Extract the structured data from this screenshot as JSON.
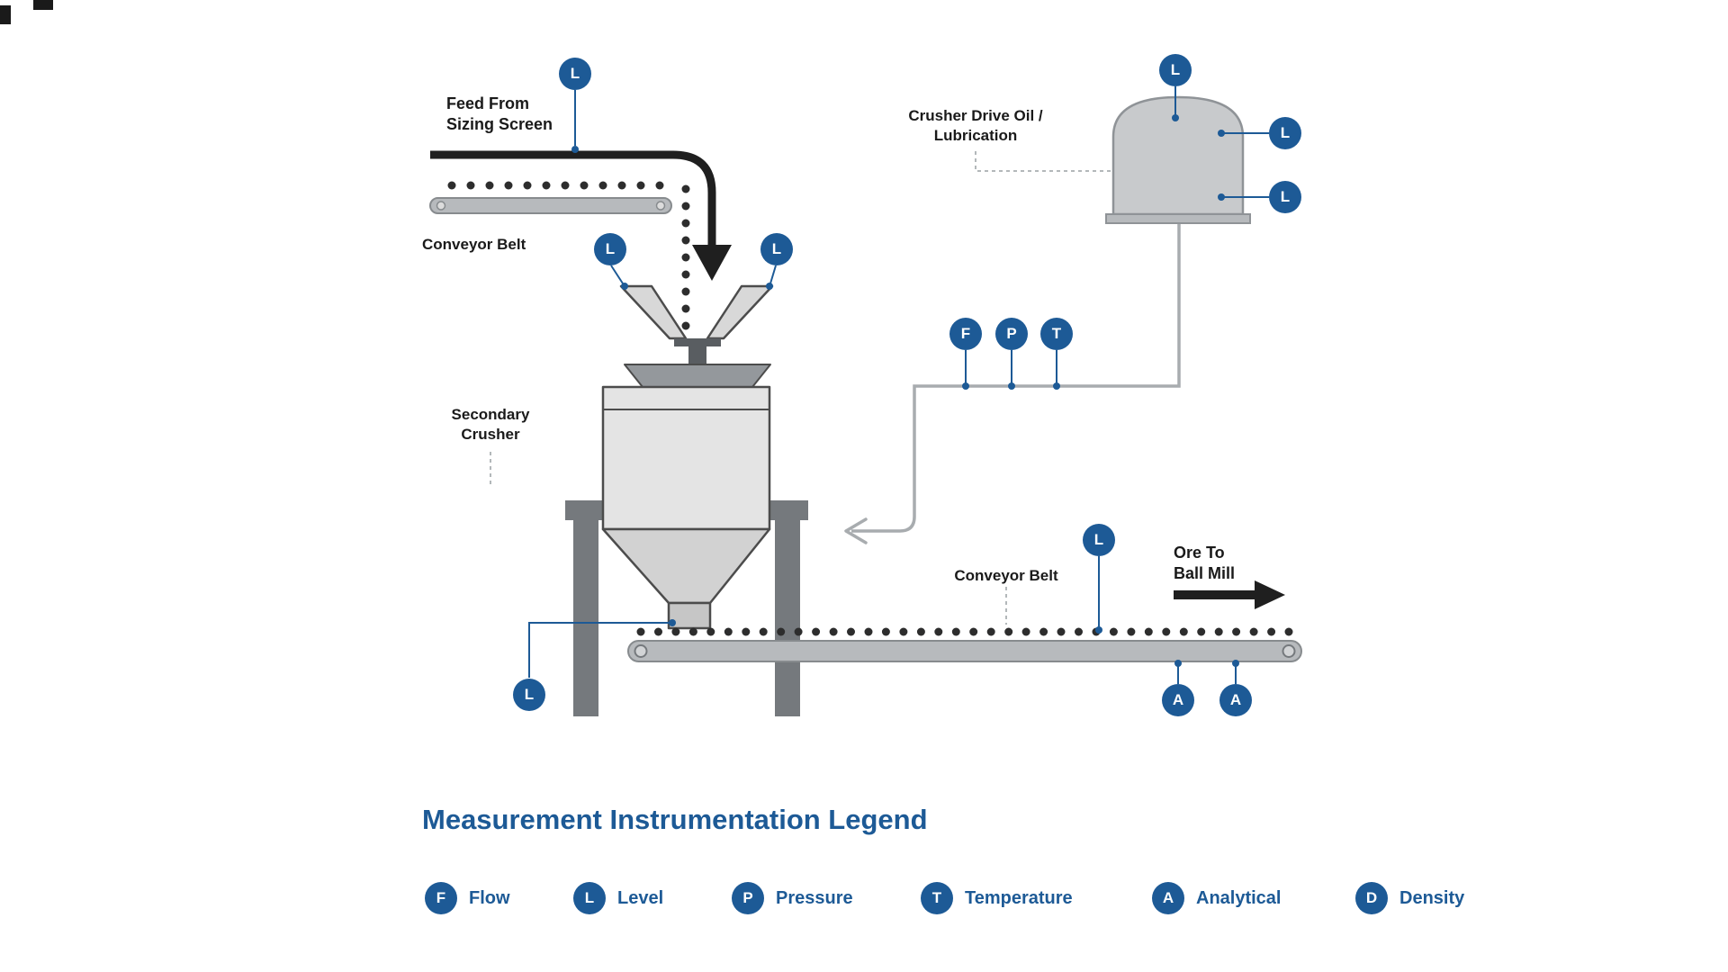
{
  "diagram": {
    "feed_label": {
      "line1": "Feed From",
      "line2": "Sizing Screen"
    },
    "conveyor_top_label": "Conveyor Belt",
    "secondary_crusher_label": {
      "line1": "Secondary",
      "line2": "Crusher"
    },
    "crusher_drive_label": {
      "line1": "Crusher Drive Oil /",
      "line2": "Lubrication"
    },
    "conveyor_bottom_label": "Conveyor Belt",
    "ore_label": {
      "line1": "Ore To",
      "line2": "Ball Mill"
    },
    "badges": {
      "feed_level": "L",
      "hopper_level_left": "L",
      "hopper_level_right": "L",
      "tank_level_top": "L",
      "tank_level_mid": "L",
      "tank_level_low": "L",
      "flow": "F",
      "pressure": "P",
      "temperature": "T",
      "belt_level": "L",
      "outlet_level": "L",
      "analytical_left": "A",
      "analytical_right": "A"
    }
  },
  "legend": {
    "title": "Measurement Instrumentation Legend",
    "items": [
      {
        "letter": "F",
        "label": "Flow"
      },
      {
        "letter": "L",
        "label": "Level"
      },
      {
        "letter": "P",
        "label": "Pressure"
      },
      {
        "letter": "T",
        "label": "Temperature"
      },
      {
        "letter": "A",
        "label": "Analytical"
      },
      {
        "letter": "D",
        "label": "Density"
      }
    ]
  },
  "colors": {
    "badge_blue": "#1d5a96",
    "legend_blue": "#1d5a96",
    "text_dark": "#1a1a1a",
    "machine_gray": "#b7babd",
    "pipe_gray": "#a8acaf",
    "arrow_black": "#1f1f1f"
  }
}
